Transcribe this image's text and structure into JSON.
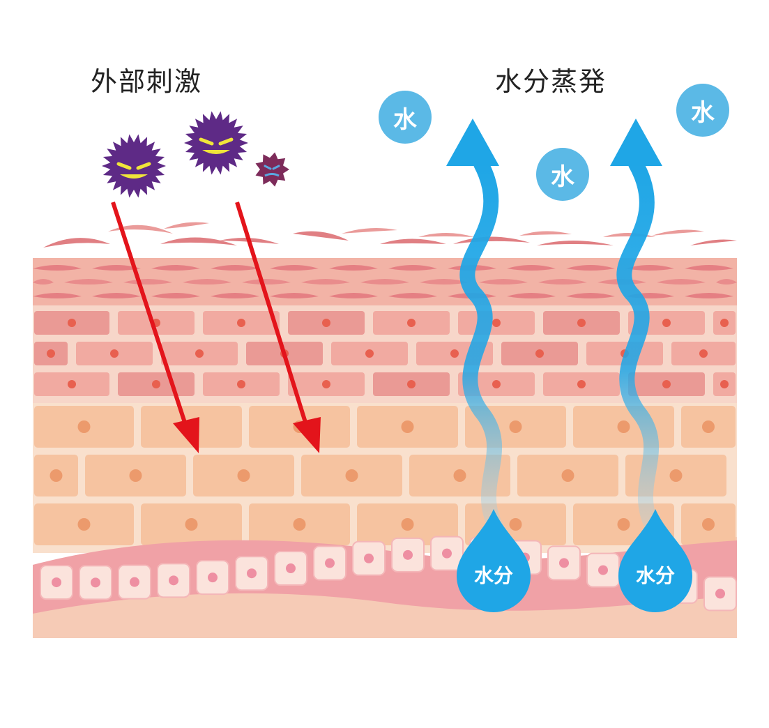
{
  "labels": {
    "external_stimulus": "外部刺激",
    "water_evaporation": "水分蒸発"
  },
  "bubbles": [
    "水",
    "水",
    "水"
  ],
  "drops": [
    "水分",
    "水分"
  ],
  "icons": {
    "germ": "germ-icon",
    "arrow": "arrow-icon",
    "wave_arrow": "wavy-arrow-icon",
    "drop": "water-drop-icon"
  },
  "colors": {
    "red_arrow": "#e3141b",
    "water": "#1fa6e6",
    "germ_purple": "#5e2a86",
    "germ_small": "#7d2b5a",
    "stratum_corneum": "#f2b0a3",
    "granular": "#f6d2c4",
    "spinous": "#f7d9c2",
    "basal": "#f1a9ae",
    "dermis": "#f7cfba"
  }
}
